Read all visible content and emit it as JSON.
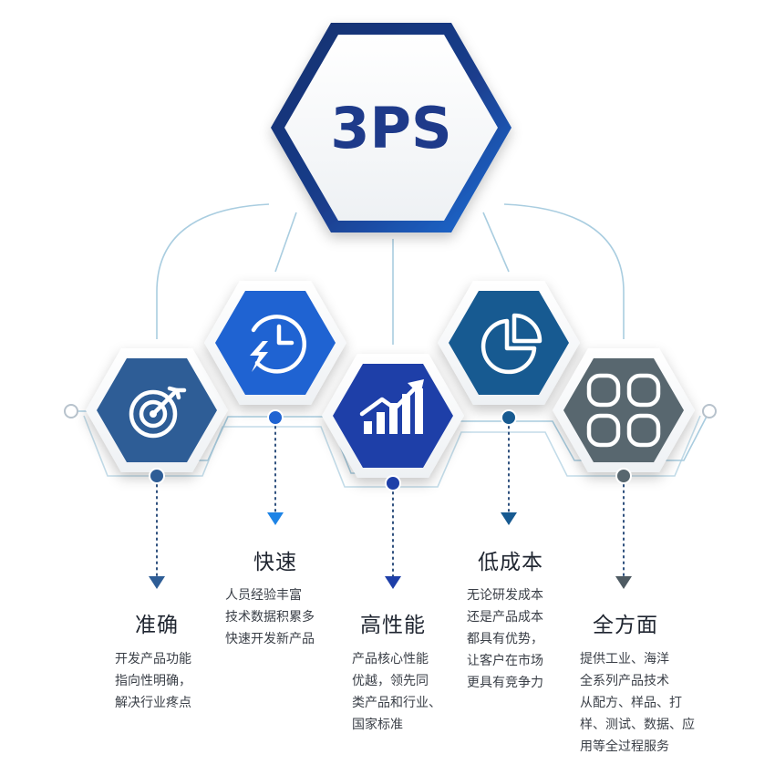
{
  "hub": {
    "label": "3PS"
  },
  "items": [
    {
      "title": "准确",
      "desc": "开发产品功能\n指向性明确，\n解决行业疼点",
      "color": "#2e5d96",
      "icon": "target-icon"
    },
    {
      "title": "快速",
      "desc": "人员经验丰富\n技术数据积累多\n快速开发新产品",
      "color": "#1f63d2",
      "icon": "fast-clock-icon"
    },
    {
      "title": "高性能",
      "desc": "产品核心性能\n优越，领先同\n类产品和行业、\n国家标准",
      "color": "#1e3fa8",
      "icon": "growth-chart-icon"
    },
    {
      "title": "低成本",
      "desc": "无论研发成本\n还是产品成本\n都具有优势，\n让客户在市场\n更具有竞争力",
      "color": "#175a91",
      "icon": "pie-chart-icon"
    },
    {
      "title": "全方面",
      "desc": "提供工业、海洋\n全系列产品技术\n从配方、样品、打\n样、测试、数据、应\n用等全过程服务",
      "color": "#58676f",
      "icon": "clover-icon"
    }
  ],
  "colors": {
    "hub_text": "#1e3a8a",
    "hub_border_dark": "#13306e",
    "hub_border_bright": "#1d6fd9",
    "connector": "#a9cde0",
    "dotted": "#2d4f7d"
  }
}
